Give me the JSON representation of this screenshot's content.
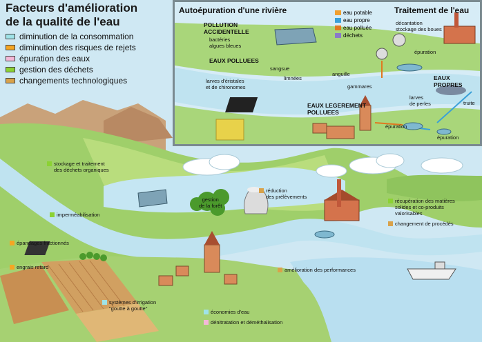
{
  "main_title": [
    "Facteurs d'amélioration",
    "de la qualité de l'eau"
  ],
  "legend": [
    {
      "label": "diminution de la consommation",
      "color": "#9fe3e8"
    },
    {
      "label": "diminution des risques de rejets",
      "color": "#f5a623"
    },
    {
      "label": "épuration des eaux",
      "color": "#f4b8d8"
    },
    {
      "label": "gestion des déchets",
      "color": "#8bd233"
    },
    {
      "label": "changements technologiques",
      "color": "#d9a24a"
    }
  ],
  "inset": {
    "title_left": "Autoépuration d'une rivière",
    "title_right": "Traitement de l'eau",
    "legend": [
      {
        "label": "eau potable",
        "color": "#f0a030"
      },
      {
        "label": "eau propre",
        "color": "#3aa0d8"
      },
      {
        "label": "eau polluée",
        "color": "#e07820"
      },
      {
        "label": "déchets",
        "color": "#8a7ac8"
      }
    ],
    "labels": {
      "pollution": [
        "POLLUTION",
        "ACCIDENTELLE"
      ],
      "bacteries": [
        "bactéries",
        "algues bleues"
      ],
      "eaux_polluees": "EAUX POLLUEES",
      "sangsue": "sangsue",
      "limnees": "limnées",
      "larves_eristales": [
        "larves d'éristales",
        "et de chironomes"
      ],
      "anguille": "anguille",
      "gammares": "gammares",
      "eaux_legerement": [
        "EAUX LEGEREMENT",
        "POLLUEES"
      ],
      "decantation": [
        "décantation",
        "stockage des boues"
      ],
      "epuration1": "épuration",
      "eaux_propres": "EAUX PROPRES",
      "larves_perles": [
        "larves",
        "de perles"
      ],
      "truite": "truite",
      "epuration2": "épuration",
      "epuration3": "épuration"
    }
  },
  "annotations": {
    "stockage": [
      "stockage et traitement",
      "des déchets organiques"
    ],
    "foret": [
      "gestion",
      "de la forêt"
    ],
    "reduction": [
      "réduction",
      "des prélèvements"
    ],
    "recuperation": [
      "récupération des matières",
      "solides et co-produits",
      "valorisables"
    ],
    "changement": "changement de procédés",
    "impermeabilisation": "imperméabilisation",
    "epandages": "épandages fractionnés",
    "engrais": "engrais retard",
    "amelioration": "amélioration des performances",
    "irrigation": [
      "systèmes d'irrigation",
      "\"goutte à goutte\""
    ],
    "economies": "économies d'eau",
    "denitratation": "dénitratation et déméthalisation"
  }
}
